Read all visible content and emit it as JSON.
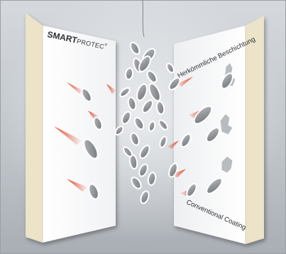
{
  "left_panel": {
    "brand_bold": "SMART",
    "brand_light": "PROTEC",
    "brand_mark": "®"
  },
  "right_panel": {
    "caption_top": "Herkömmliche Beschichtung",
    "caption_bottom": "Conventional Coating"
  },
  "colors": {
    "background": "#c7ccd1",
    "coating_edge": "#ece3c8",
    "impact_streak": "#e2492b",
    "particle_fill": "#8e9195",
    "particle_outline": "#ffffff"
  },
  "icons": [
    "particle-icon",
    "impact-streak-icon",
    "damage-crater-icon"
  ]
}
